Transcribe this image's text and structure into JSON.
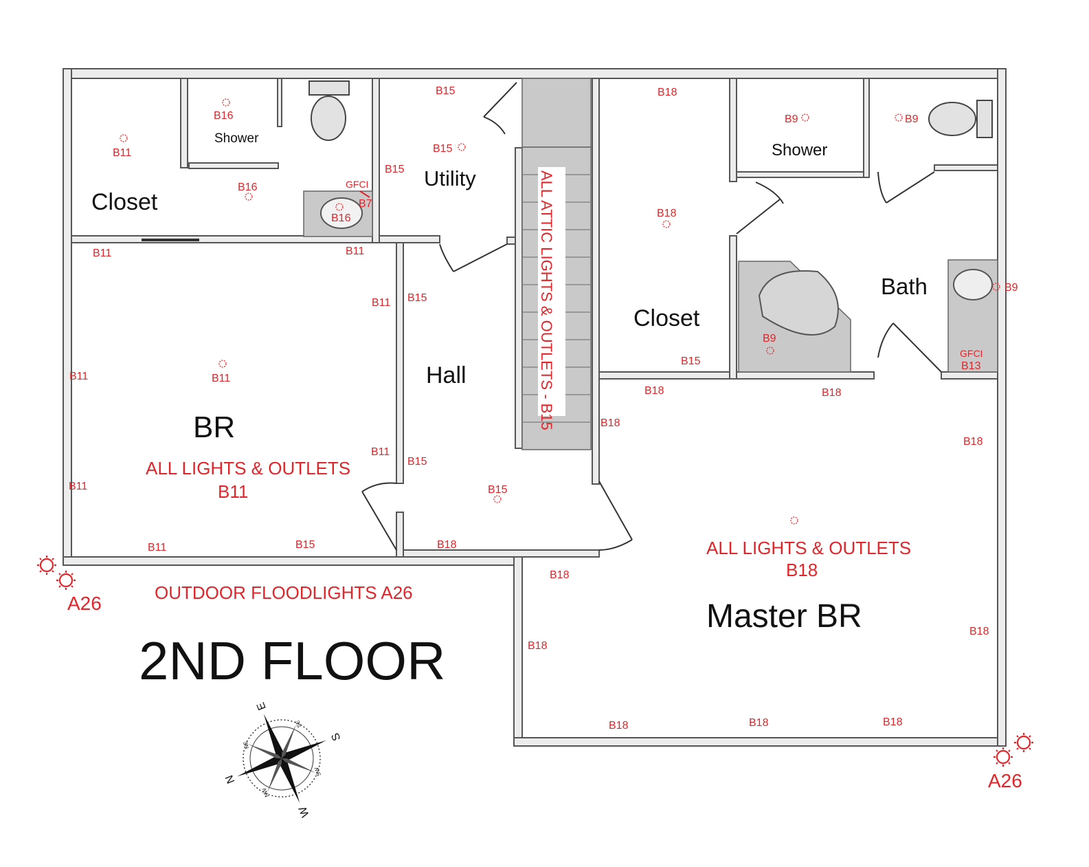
{
  "title": "2ND FLOOR",
  "rooms": {
    "closet_left": "Closet",
    "shower_left": "Shower",
    "utility": "Utility",
    "hall": "Hall",
    "br": "BR",
    "closet_right": "Closet",
    "shower_right": "Shower",
    "bath": "Bath",
    "master_br": "Master BR"
  },
  "notes": {
    "attic": "ALL ATTIC LIGHTS & OUTLETS - B15",
    "br_line1": "ALL LIGHTS & OUTLETS",
    "br_line2": "B11",
    "master_line1": "ALL LIGHTS & OUTLETS",
    "master_line2": "B18",
    "outdoor": "OUTDOOR FLOODLIGHTS A26",
    "flood_left": "A26",
    "flood_right": "A26",
    "gfci": "GFCI"
  },
  "circuits": {
    "c01": "B11",
    "c02": "B16",
    "c03": "B16",
    "c04": "B16",
    "c05": "B7",
    "c06": "B15",
    "c07": "B15",
    "c08": "B15",
    "c09": "B18",
    "c10": "B9",
    "c11": "B9",
    "c12": "B18",
    "c13": "B9",
    "c14": "B9",
    "c15": "B13",
    "c16": "B15",
    "c17": "B11",
    "c18": "B11",
    "c19": "B11",
    "c20": "B15",
    "c21": "B11",
    "c22": "B11",
    "c23": "B11",
    "c24": "B15",
    "c25": "B15",
    "c26": "B11",
    "c27": "B11",
    "c28": "B15",
    "c29": "B18",
    "c30": "B18",
    "c31": "B18",
    "c32": "B18",
    "c33": "B18",
    "c34": "B18",
    "c35": "B18",
    "c36": "B18",
    "c37": "B18",
    "c38": "B18",
    "c39": "B18"
  },
  "compass": {
    "n": "N",
    "s": "S",
    "e": "E",
    "w": "W",
    "nw": "NW",
    "ne": "NE",
    "sw": "SW",
    "se": "SE"
  },
  "colors": {
    "circuit": "#e0262a",
    "wall_fill": "#ececec",
    "stair_fill": "#c9c9c9",
    "text": "#111111"
  }
}
